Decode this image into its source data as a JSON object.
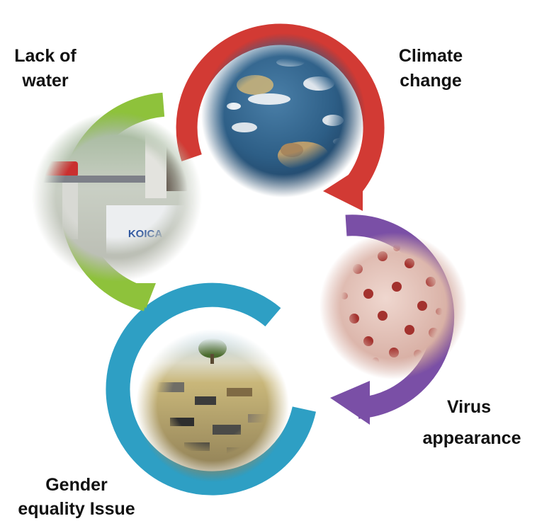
{
  "labels": {
    "lack_of_water": [
      "Lack of",
      "water"
    ],
    "climate_change": [
      "Climate",
      "change"
    ],
    "virus_appearance": [
      "Virus",
      "appearance"
    ],
    "gender_equality": [
      "Gender",
      "equality Issue"
    ]
  },
  "image_texts": {
    "pump_sign": "KOICA"
  },
  "colors": {
    "climate_arc": "#d23a34",
    "virus_arc": "#7a4fa6",
    "gender_arc": "#2e9fc4",
    "water_arc": "#8ec23b"
  }
}
